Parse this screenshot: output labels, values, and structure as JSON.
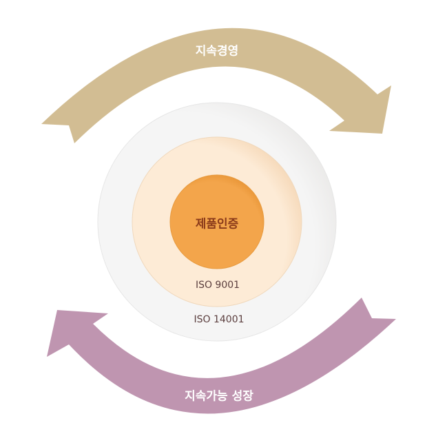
{
  "top_arrow": {
    "label": "지속경영",
    "color": "#d2bd93"
  },
  "bottom_arrow": {
    "label": "지속가능 성장",
    "color": "#bf95b0"
  },
  "rings": {
    "outer": {
      "label": "ISO 14001",
      "color": "#f4f4f4"
    },
    "middle": {
      "label": "ISO 9001",
      "color": "#fdebd6"
    },
    "core": {
      "label": "제품인증",
      "color": "#f2a44a"
    }
  }
}
